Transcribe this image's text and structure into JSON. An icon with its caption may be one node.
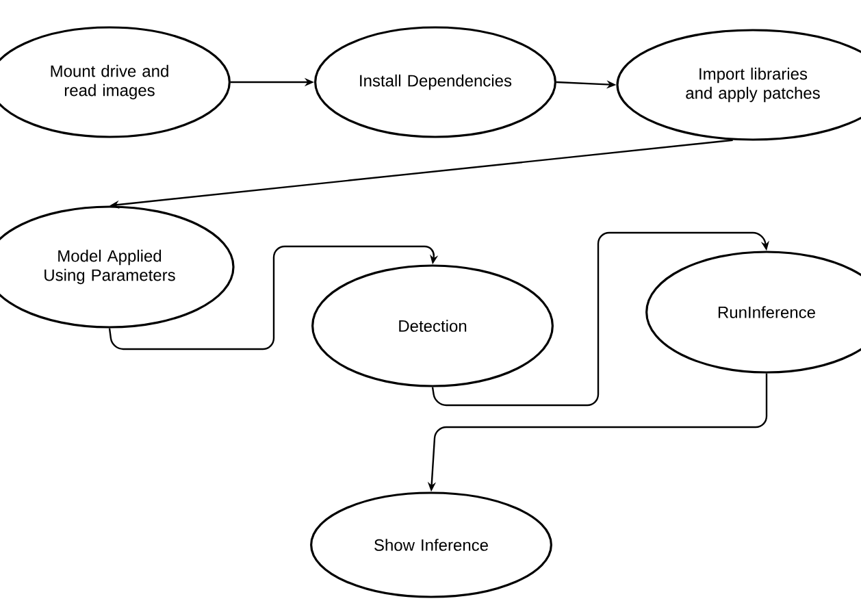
{
  "diagram": {
    "nodes": [
      {
        "text": [
          "Mount drive and read images"
        ]
      },
      {
        "text": [
          "Install Dependencies"
        ]
      },
      {
        "text": [
          "Import libraries and apply patches"
        ]
      },
      {
        "text": [
          "Model Applied Using Parameters"
        ]
      },
      {
        "text": [
          "Detection"
        ]
      },
      {
        "text": [
          "RunInference"
        ]
      },
      {
        "text": [
          "Show Inference"
        ]
      }
    ],
    "edges": [
      {
        "from": 0,
        "to": 1,
        "arrow": "to"
      },
      {
        "from": 1,
        "to": 2,
        "arrow": "to"
      },
      {
        "from": 2,
        "to": 3,
        "arrow": "to"
      },
      {
        "from": 3,
        "to": 4,
        "arrow": "to"
      },
      {
        "from": 4,
        "to": 5,
        "arrow": "to"
      },
      {
        "from": 5,
        "to": 6,
        "arrow": "to"
      }
    ]
  }
}
